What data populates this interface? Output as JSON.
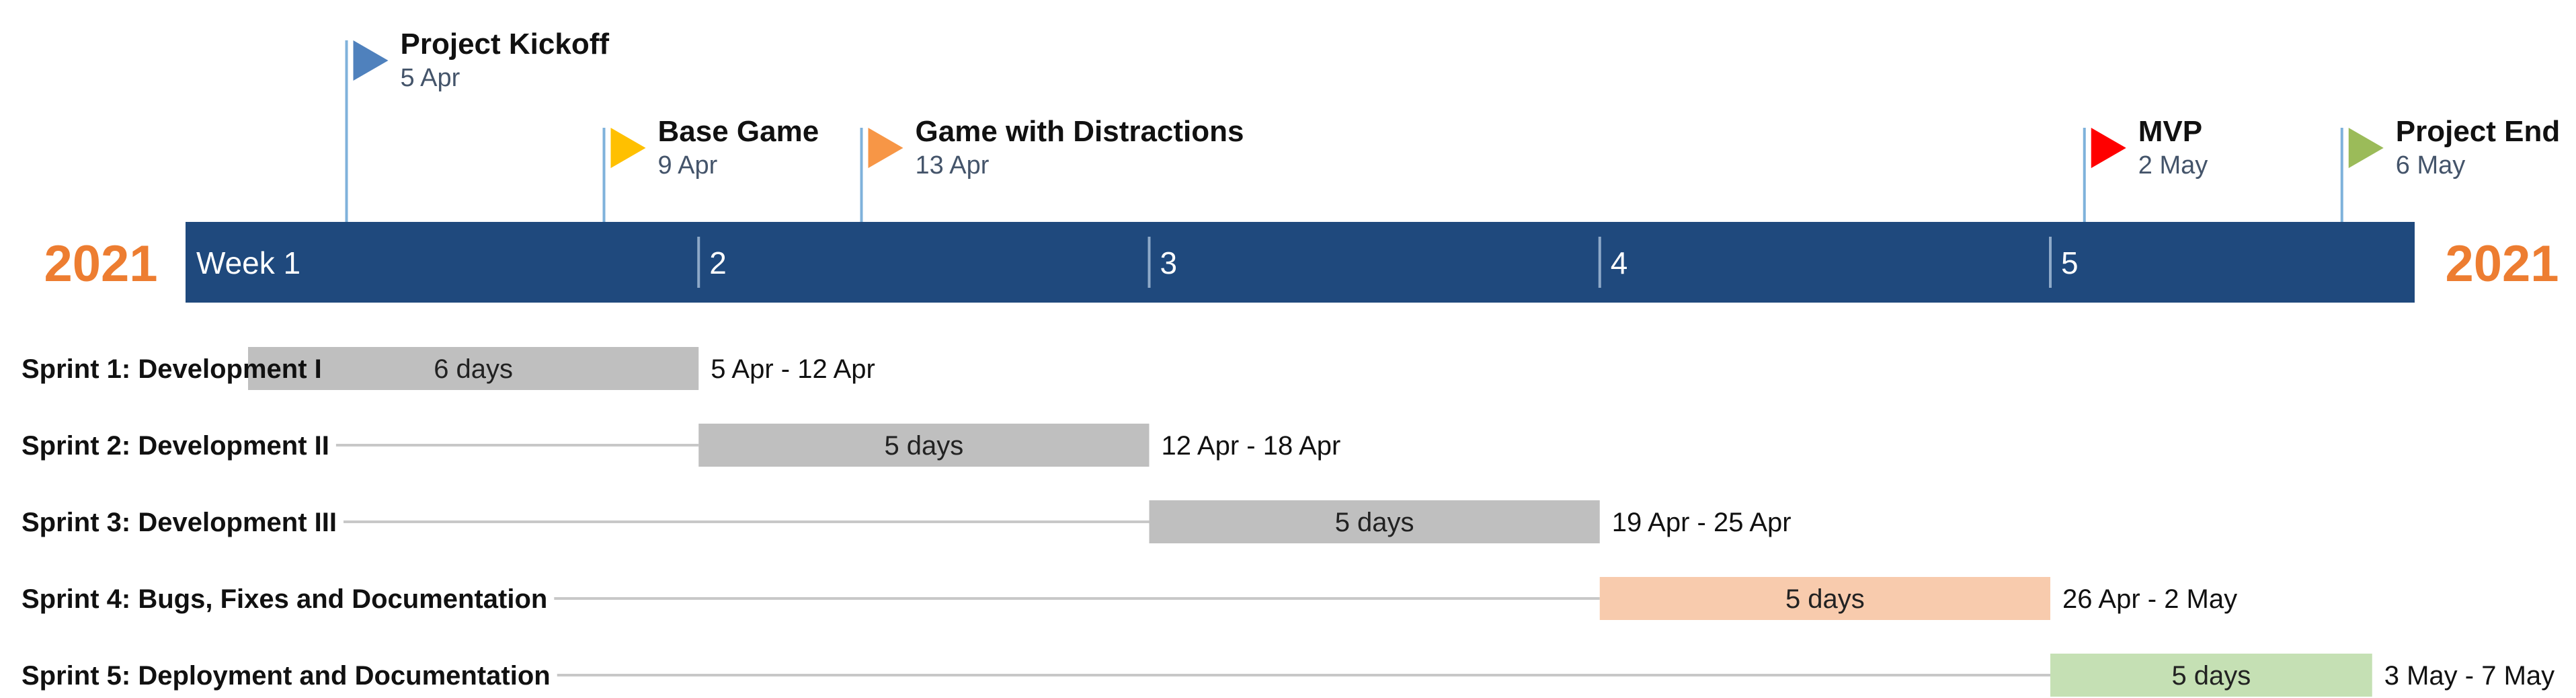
{
  "chart_data": {
    "type": "gantt",
    "years": {
      "left": "2021",
      "right": "2021"
    },
    "colors": {
      "band": "#1f497d",
      "week_divider": "#8ea9c8",
      "year": "#ed7d31",
      "connector": "#c8c8c8",
      "milestone_pole": "#7fb2db"
    },
    "weeks": [
      {
        "label": "Week 1",
        "start": "2021-04-03"
      },
      {
        "label": "2",
        "start": "2021-04-10"
      },
      {
        "label": "3",
        "start": "2021-04-17"
      },
      {
        "label": "4",
        "start": "2021-04-24"
      },
      {
        "label": "5",
        "start": "2021-05-01"
      }
    ],
    "range": {
      "start": "2021-04-02",
      "end": "2021-05-12"
    },
    "milestones": [
      {
        "title": "Project Kickoff",
        "date_label": "5 Apr",
        "date": "2021-04-05",
        "color": "#4f81bd",
        "tier": "upper"
      },
      {
        "title": "Base Game",
        "date_label": "9 Apr",
        "date": "2021-04-09",
        "color": "#ffc000",
        "tier": "lower"
      },
      {
        "title": "Game with Distractions",
        "date_label": "13 Apr",
        "date": "2021-04-13",
        "color": "#f79646",
        "tier": "lower"
      },
      {
        "title": "MVP",
        "date_label": "2 May",
        "date": "2021-05-02",
        "color": "#ff0000",
        "tier": "lower"
      },
      {
        "title": "Project End",
        "date_label": "6 May",
        "date": "2021-05-06",
        "color": "#9bbb59",
        "tier": "lower"
      }
    ],
    "tasks": [
      {
        "name": "Sprint 1: Development I",
        "duration": "6 days",
        "range_label": "5 Apr - 12 Apr",
        "start": "2021-04-03",
        "end": "2021-04-10",
        "color": "#bfbfbf"
      },
      {
        "name": "Sprint 2: Development II",
        "duration": "5 days",
        "range_label": "12 Apr - 18 Apr",
        "start": "2021-04-10",
        "end": "2021-04-17",
        "color": "#bfbfbf"
      },
      {
        "name": "Sprint 3: Development III",
        "duration": "5 days",
        "range_label": "19 Apr - 25 Apr",
        "start": "2021-04-17",
        "end": "2021-04-24",
        "color": "#bfbfbf"
      },
      {
        "name": "Sprint 4: Bugs, Fixes and Documentation",
        "duration": "5 days",
        "range_label": "26 Apr - 2 May",
        "start": "2021-04-24",
        "end": "2021-05-01",
        "color": "#f8cbad"
      },
      {
        "name": "Sprint 5: Deployment and Documentation",
        "duration": "5 days",
        "range_label": "3 May - 7 May",
        "start": "2021-05-01",
        "end": "2021-05-06",
        "color": "#c5e0b4"
      }
    ]
  }
}
